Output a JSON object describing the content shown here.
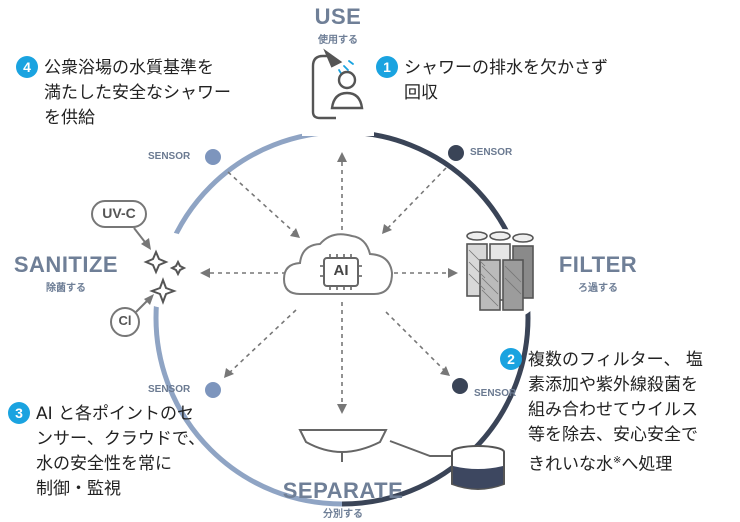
{
  "stages": {
    "use": {
      "en": "USE",
      "jp": "使用する"
    },
    "filter": {
      "en": "FILTER",
      "jp": "ろ過する"
    },
    "separate": {
      "en": "SEPARATE",
      "jp": "分別する"
    },
    "sanitize": {
      "en": "SANITIZE",
      "jp": "除菌する"
    }
  },
  "sensor_label": "SENSOR",
  "center": {
    "label": "AI"
  },
  "chips": {
    "uvc": "UV-C",
    "cl": "Cl"
  },
  "notes": {
    "n1": {
      "num": "1",
      "lines": [
        "シャワーの排水を欠かさず",
        "回収"
      ]
    },
    "n2": {
      "num": "2",
      "lines": [
        "複数のフィルター、 塩",
        "素添加や紫外線殺菌を",
        "組み合わせてウイルス",
        "等を除去、安心安全で",
        "きれいな水"
      ],
      "sup": "※",
      "tail": "へ処理"
    },
    "n3": {
      "num": "3",
      "lines": [
        "AI と各ポイントのセ",
        "ンサー、クラウドで、",
        "水の安全性を常に",
        "制御・監視"
      ]
    },
    "n4": {
      "num": "4",
      "lines": [
        "公衆浴場の水質基準を",
        "満たした安全なシャワー",
        "を供給"
      ]
    }
  },
  "colors": {
    "ring_light": "#8fa4c4",
    "ring_dark": "#3a4457",
    "accent": "#1aa3e0",
    "text_gray": "#6f7f97"
  }
}
